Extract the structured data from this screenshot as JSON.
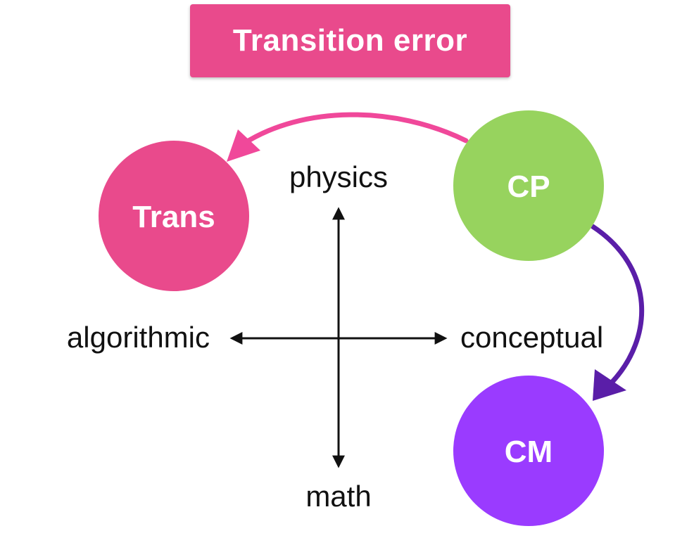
{
  "title": "Transition error",
  "axes": {
    "top": "physics",
    "bottom": "math",
    "left": "algorithmic",
    "right": "conceptual"
  },
  "nodes": {
    "trans": {
      "label": "Trans",
      "color": "#e94a8c"
    },
    "cp": {
      "label": "CP",
      "color": "#97d35e"
    },
    "cm": {
      "label": "CM",
      "color": "#9a3bff"
    }
  },
  "arrows": {
    "cp_to_trans": {
      "color": "#f0489a"
    },
    "cp_to_cm": {
      "color": "#5a1ea8"
    }
  }
}
